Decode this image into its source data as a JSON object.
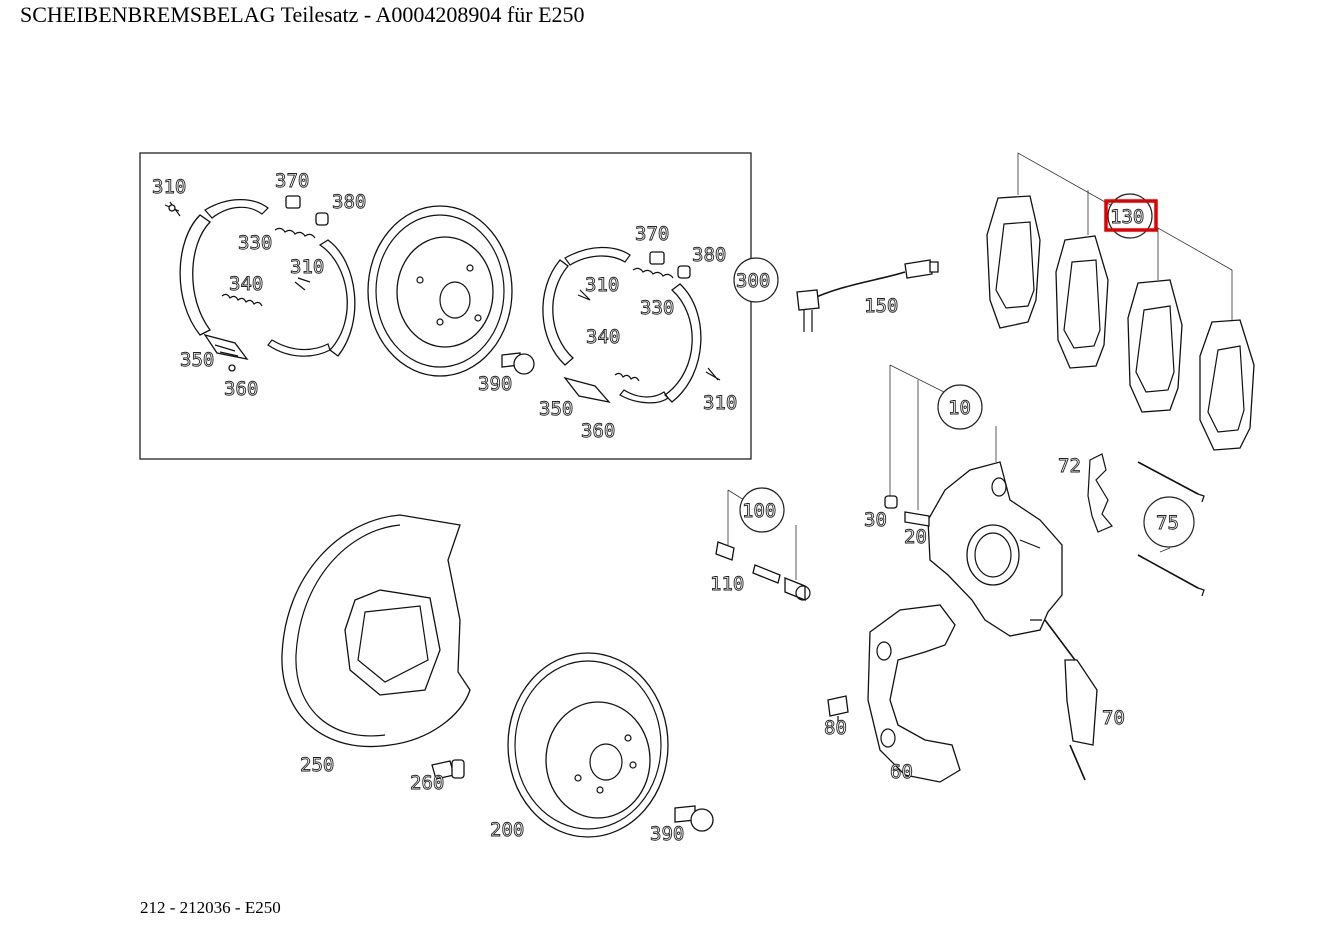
{
  "title": "SCHEIBENBREMSBELAG Teilesatz - A0004208904 für E250",
  "footer": "212 - 212036 - E250",
  "highlight_color": "#e00000",
  "highlighted_part": "130",
  "labels": {
    "l310a": "310",
    "l370a": "370",
    "l380a": "380",
    "l330a": "330",
    "l310b": "310",
    "l340a": "340",
    "l350a": "350",
    "l360a": "360",
    "l370b": "370",
    "l380b": "380",
    "l310c": "310",
    "l330b": "330",
    "l340b": "340",
    "l390a": "390",
    "l350b": "350",
    "l360b": "360",
    "l310d": "310",
    "l300": "300",
    "l150": "150",
    "l130": "130",
    "l10": "10",
    "l72": "72",
    "l75": "75",
    "l30": "30",
    "l20": "20",
    "l100": "100",
    "l110": "110",
    "l80": "80",
    "l60": "60",
    "l70": "70",
    "l250": "250",
    "l260": "260",
    "l200": "200",
    "l390b": "390"
  }
}
